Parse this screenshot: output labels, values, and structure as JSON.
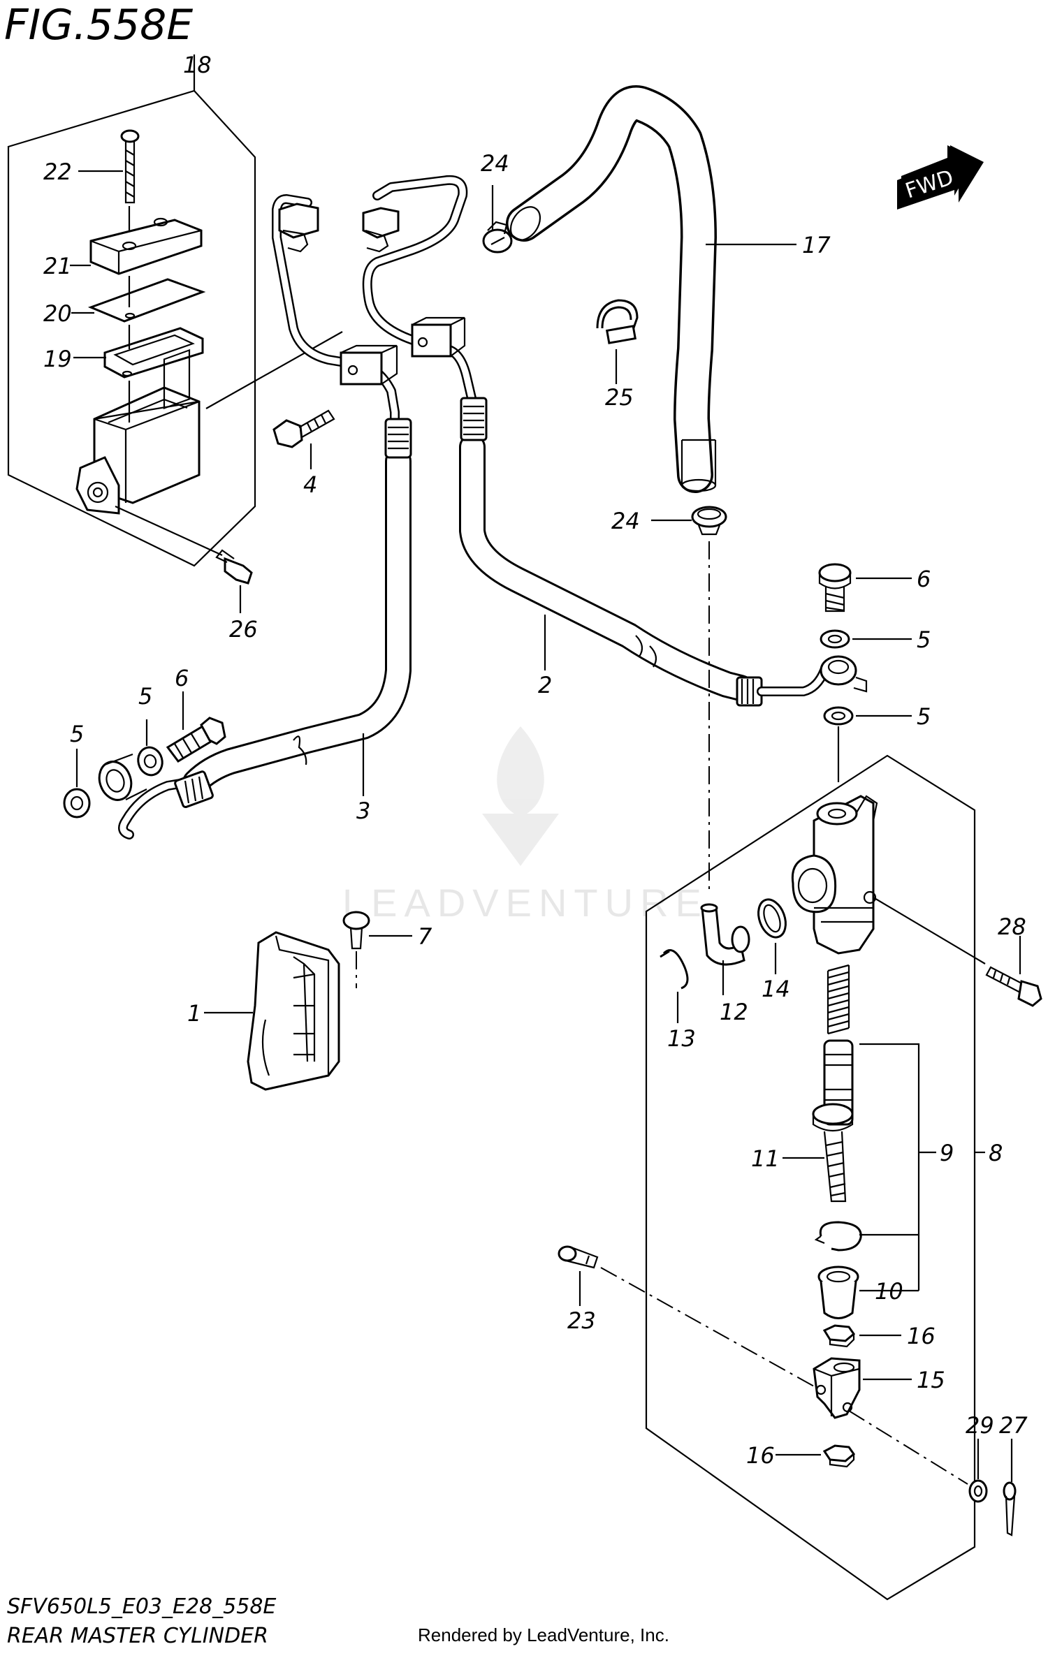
{
  "figure": {
    "title": "FIG.558E",
    "code": "SFV650L5_E03_E28_558E",
    "name": "REAR MASTER CYLINDER",
    "rendered_by": "Rendered by LeadVenture, Inc.",
    "watermark": "LEADVENTURE",
    "fwd_label": "FWD"
  },
  "callouts": {
    "p1": "1",
    "p2": "2",
    "p3": "3",
    "p4": "4",
    "p5a": "5",
    "p5b": "5",
    "p5c": "5",
    "p5d": "5",
    "p6a": "6",
    "p6b": "6",
    "p7": "7",
    "p8": "8",
    "p9": "9",
    "p10": "10",
    "p11": "11",
    "p12": "12",
    "p13": "13",
    "p14": "14",
    "p15": "15",
    "p16a": "16",
    "p16b": "16",
    "p17": "17",
    "p18": "18",
    "p19": "19",
    "p20": "20",
    "p21": "21",
    "p22": "22",
    "p23": "23",
    "p24a": "24",
    "p24b": "24",
    "p25": "25",
    "p26": "26",
    "p27": "27",
    "p28": "28",
    "p29": "29"
  }
}
